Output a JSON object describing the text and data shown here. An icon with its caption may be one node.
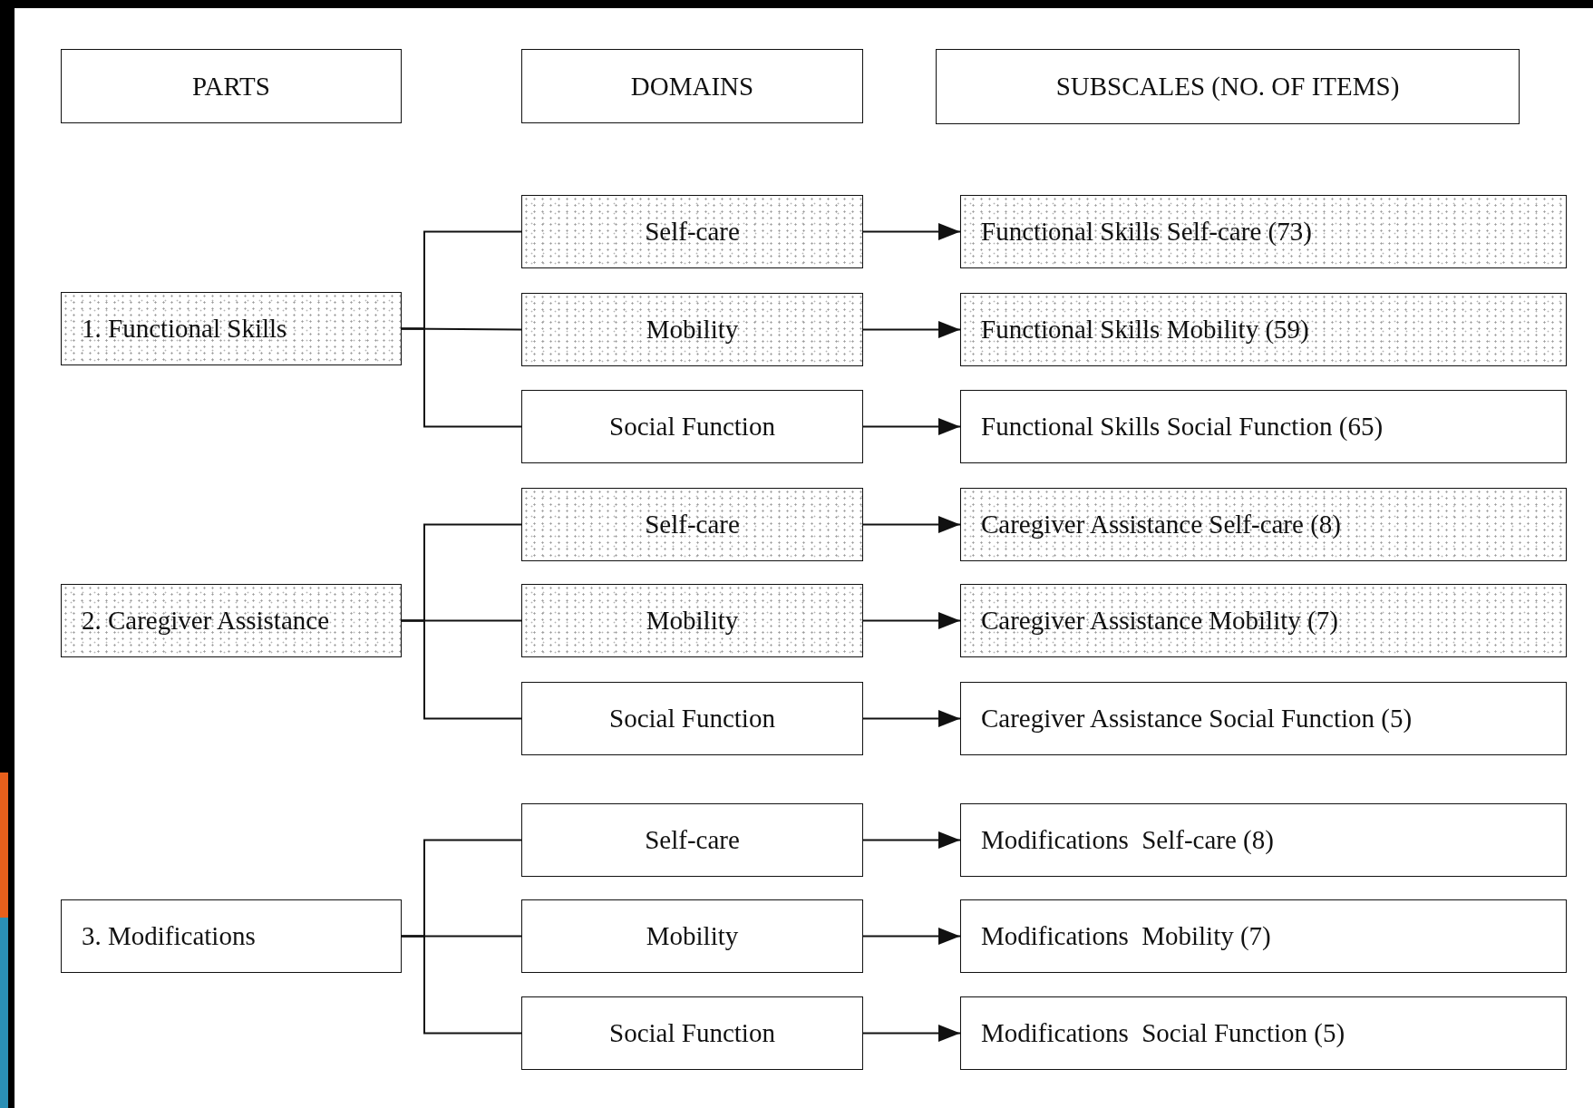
{
  "diagram": {
    "nodes": [
      {
        "text": [
          "PARTS"
        ]
      },
      {
        "text": [
          "DOMAINS"
        ]
      },
      {
        "text": [
          "SUBSCALES (NO. OF ITEMS)"
        ]
      },
      {
        "text": [
          "1. Functional Skills"
        ]
      },
      {
        "text": [
          "Self-care"
        ]
      },
      {
        "text": [
          "Mobility"
        ]
      },
      {
        "text": [
          "Social Function"
        ]
      },
      {
        "text": [
          "Functional Skills Self-care (73)"
        ]
      },
      {
        "text": [
          "Functional Skills Mobility (59)"
        ]
      },
      {
        "text": [
          "Functional Skills Social Function (65)"
        ]
      },
      {
        "text": [
          "2. Caregiver Assistance"
        ]
      },
      {
        "text": [
          "Self-care"
        ]
      },
      {
        "text": [
          "Mobility"
        ]
      },
      {
        "text": [
          "Social Function"
        ]
      },
      {
        "text": [
          "Caregiver Assistance Self-care (8)"
        ]
      },
      {
        "text": [
          "Caregiver Assistance Mobility (7)"
        ]
      },
      {
        "text": [
          "Caregiver Assistance Social Function (5)"
        ]
      },
      {
        "text": [
          "3. Modifications"
        ]
      },
      {
        "text": [
          "Self-care"
        ]
      },
      {
        "text": [
          "Mobility"
        ]
      },
      {
        "text": [
          "Social Function"
        ]
      },
      {
        "text": [
          "Modifications  Self-care (8)"
        ]
      },
      {
        "text": [
          "Modifications  Mobility (7)"
        ]
      },
      {
        "text": [
          "Modifications  Social Function (5)"
        ]
      }
    ],
    "edges": [
      {
        "from": 3,
        "to": 4,
        "arrow": "none"
      },
      {
        "from": 3,
        "to": 5,
        "arrow": "none"
      },
      {
        "from": 3,
        "to": 6,
        "arrow": "none"
      },
      {
        "from": 4,
        "to": 7,
        "arrow": "to"
      },
      {
        "from": 5,
        "to": 8,
        "arrow": "to"
      },
      {
        "from": 6,
        "to": 9,
        "arrow": "to"
      },
      {
        "from": 10,
        "to": 11,
        "arrow": "none"
      },
      {
        "from": 10,
        "to": 12,
        "arrow": "none"
      },
      {
        "from": 10,
        "to": 13,
        "arrow": "none"
      },
      {
        "from": 11,
        "to": 14,
        "arrow": "to"
      },
      {
        "from": 12,
        "to": 15,
        "arrow": "to"
      },
      {
        "from": 13,
        "to": 16,
        "arrow": "to"
      },
      {
        "from": 17,
        "to": 18,
        "arrow": "none"
      },
      {
        "from": 17,
        "to": 19,
        "arrow": "none"
      },
      {
        "from": 17,
        "to": 20,
        "arrow": "none"
      },
      {
        "from": 18,
        "to": 21,
        "arrow": "to"
      },
      {
        "from": 19,
        "to": 22,
        "arrow": "to"
      },
      {
        "from": 20,
        "to": 23,
        "arrow": "to"
      }
    ]
  }
}
